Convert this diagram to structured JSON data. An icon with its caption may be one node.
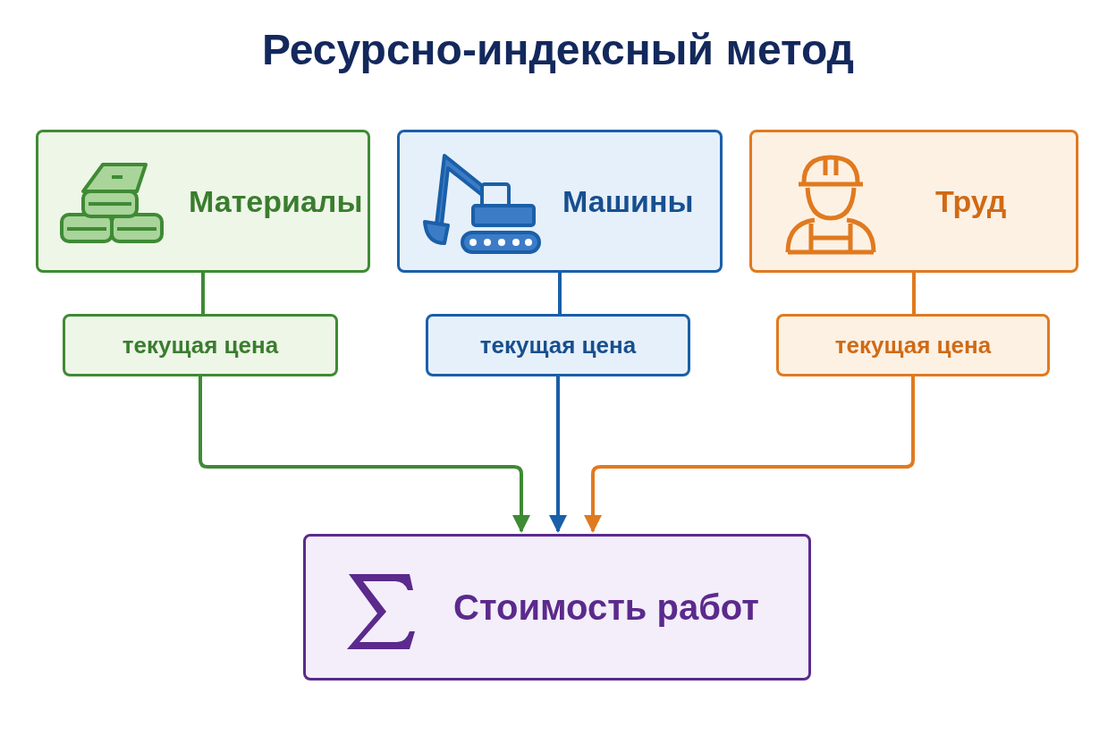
{
  "diagram": {
    "title": "Ресурсно-индексный метод",
    "nodes": [
      {
        "text": [
          "Материалы"
        ]
      },
      {
        "text": [
          "Машины"
        ]
      },
      {
        "text": [
          "Труд"
        ]
      },
      {
        "text": [
          "текущая цена"
        ]
      },
      {
        "text": [
          "текущая цена"
        ]
      },
      {
        "text": [
          "текущая цена"
        ]
      },
      {
        "text": [
          "Стоимость работ"
        ]
      }
    ],
    "edges": [
      {
        "from": 0,
        "to": 3,
        "arrow": "none",
        "color": "#3f8a34"
      },
      {
        "from": 3,
        "to": 6,
        "arrow": "to",
        "color": "#3f8a34"
      },
      {
        "from": 1,
        "to": 4,
        "arrow": "none",
        "color": "#1a5fa8"
      },
      {
        "from": 4,
        "to": 6,
        "arrow": "to",
        "color": "#1a5fa8"
      },
      {
        "from": 2,
        "to": 5,
        "arrow": "none",
        "color": "#e07a1f"
      },
      {
        "from": 5,
        "to": 6,
        "arrow": "to",
        "color": "#e07a1f"
      }
    ]
  }
}
